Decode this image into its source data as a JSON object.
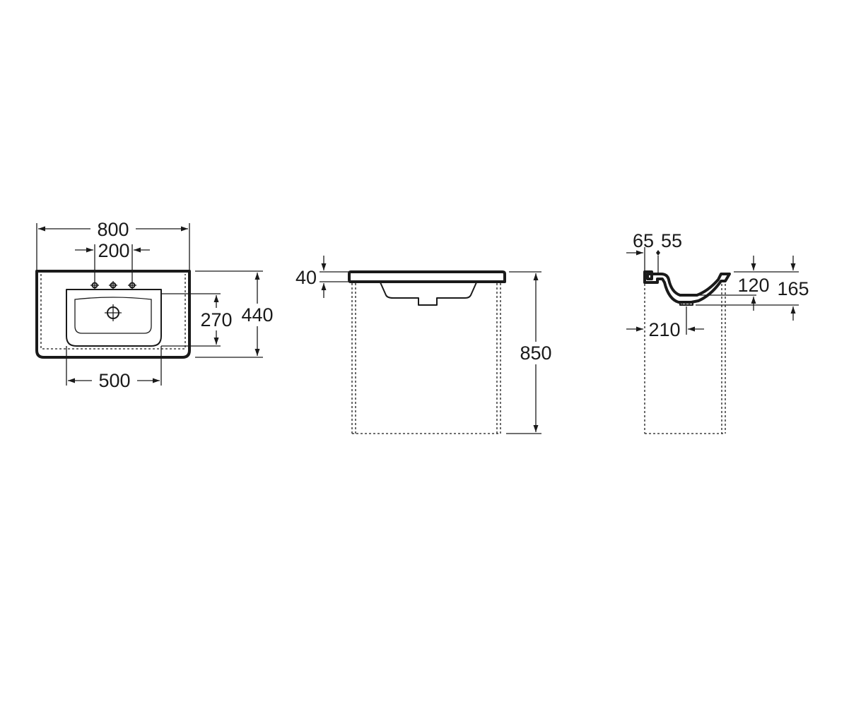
{
  "views": {
    "top": {
      "width": "800",
      "tap_spacing": "200",
      "basin_depth": "270",
      "depth": "440",
      "basin_width": "500"
    },
    "front": {
      "rim_height": "40",
      "total_height": "850"
    },
    "side": {
      "back_offset": "65",
      "tap_offset": "55",
      "bowl_depth": "120",
      "overall_depth": "165",
      "drain_offset": "210"
    }
  }
}
